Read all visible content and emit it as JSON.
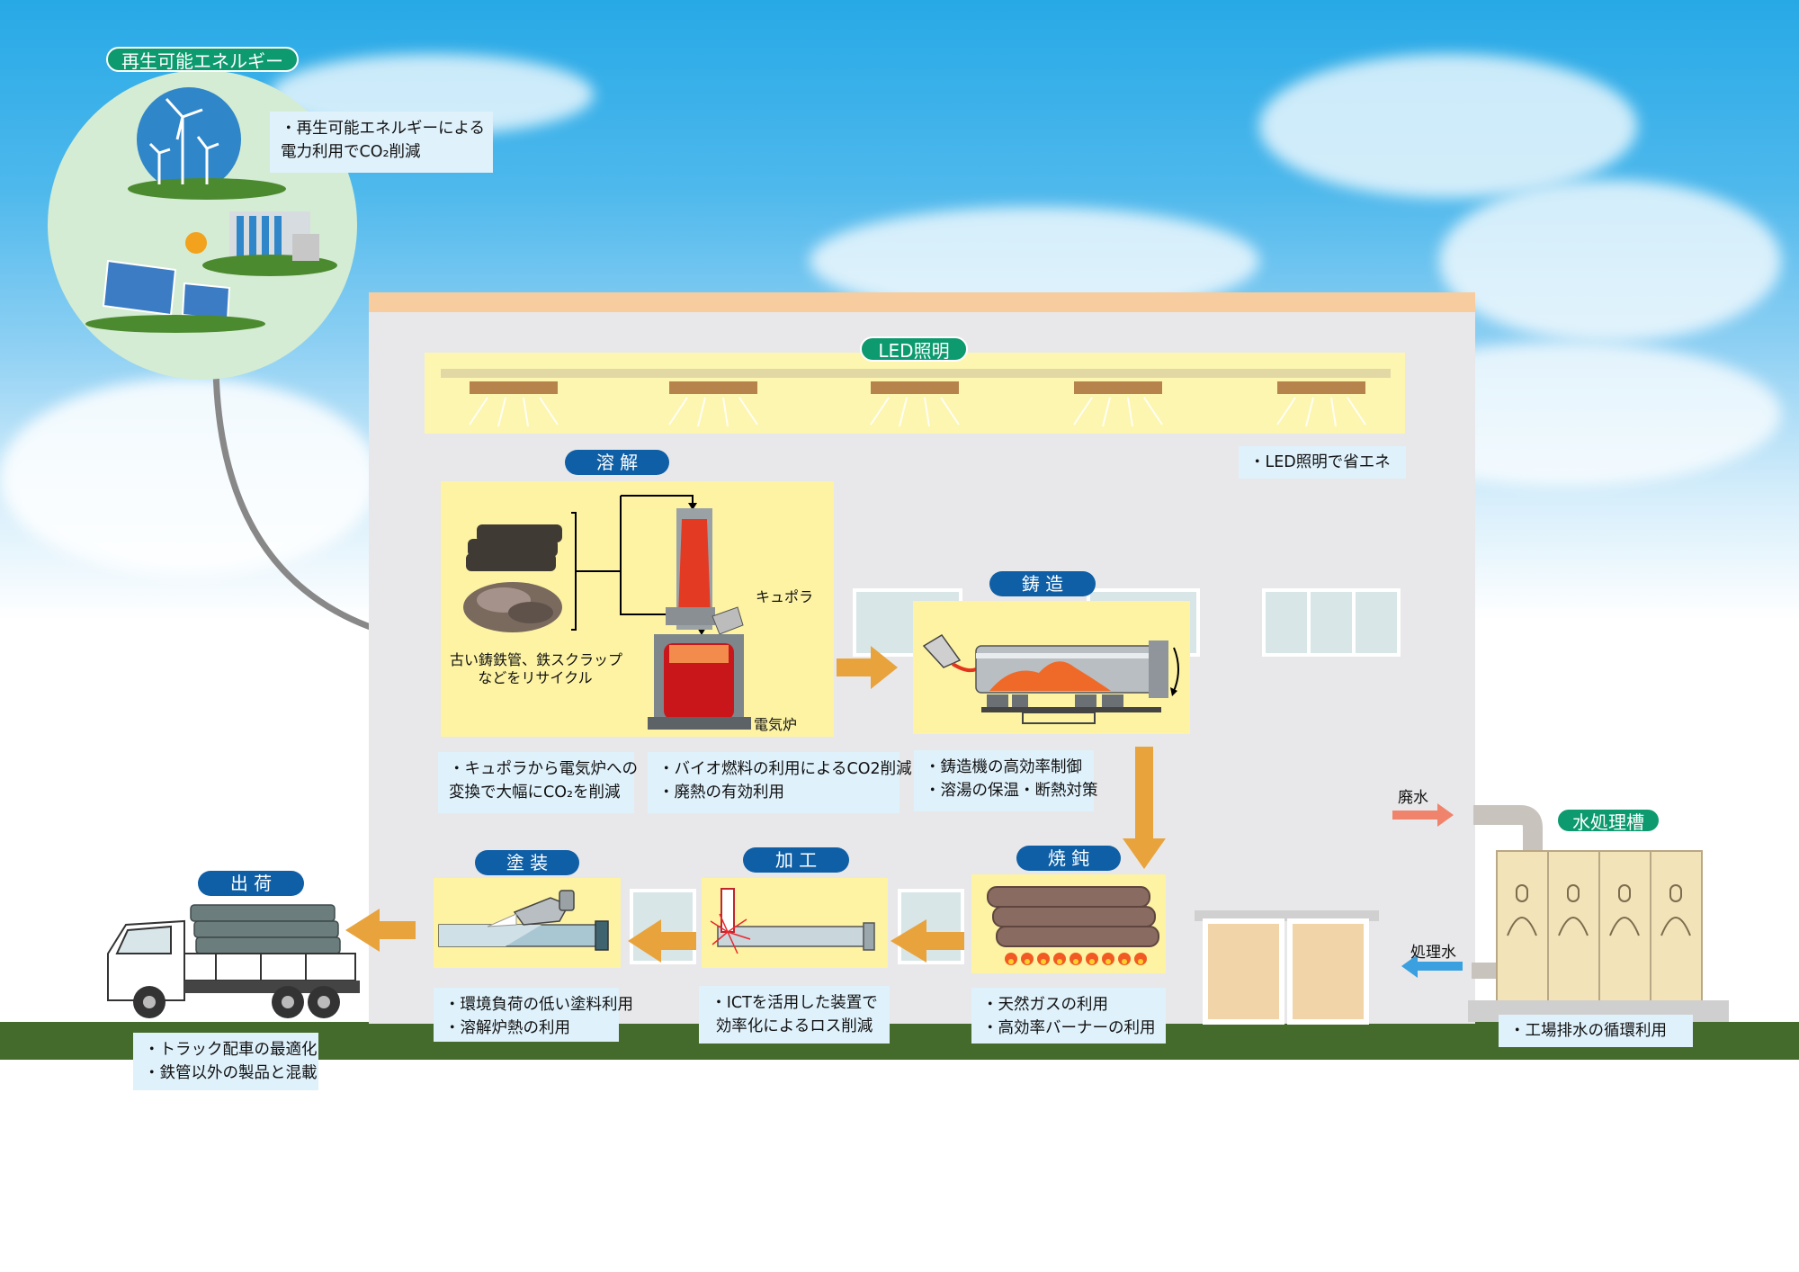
{
  "renewable": {
    "tag": "再生可能エネルギー",
    "note_lines": [
      "・再生可能エネルギーによる",
      "電力利用でCO₂削減"
    ]
  },
  "led": {
    "tag": "LED照明",
    "note": "・LED照明で省エネ"
  },
  "melting": {
    "tag": "溶 解",
    "scrap_caption": [
      "古い鋳鉄管、鉄スクラップ",
      "などをリサイクル"
    ],
    "cupola_label": "キュポラ",
    "furnace_label": "電気炉",
    "note1_lines": [
      "・キュポラから電気炉への",
      "変換で大幅にCO₂を削減"
    ],
    "note2_lines": [
      "・バイオ燃料の利用によるCO2削減",
      "・廃熱の有効利用"
    ]
  },
  "casting": {
    "tag": "鋳 造",
    "note_lines": [
      "・鋳造機の高効率制御",
      "・溶湯の保温・断熱対策"
    ]
  },
  "annealing": {
    "tag": "焼 鈍",
    "note_lines": [
      "・天然ガスの利用",
      "・高効率バーナーの利用"
    ]
  },
  "processing": {
    "tag": "加 工",
    "note_lines": [
      "・ICTを活用した装置で",
      "効率化によるロス削減"
    ]
  },
  "painting": {
    "tag": "塗 装",
    "note_lines": [
      "・環境負荷の低い塗料利用",
      "・溶解炉熱の利用"
    ]
  },
  "shipping": {
    "tag": "出 荷",
    "note_lines": [
      "・トラック配車の最適化",
      "・鉄管以外の製品と混載"
    ]
  },
  "water": {
    "tag": "水処理槽",
    "wastewater_label": "廃水",
    "treated_label": "処理水",
    "note": "・工場排水の循環利用"
  },
  "colors": {
    "tag_green": "#0c9a6e",
    "tag_blue": "#0f5fa6",
    "arrow_orange": "#e8a33d",
    "note_bg": "#dff1fb",
    "panel_yellow": "#fdf3a3"
  }
}
